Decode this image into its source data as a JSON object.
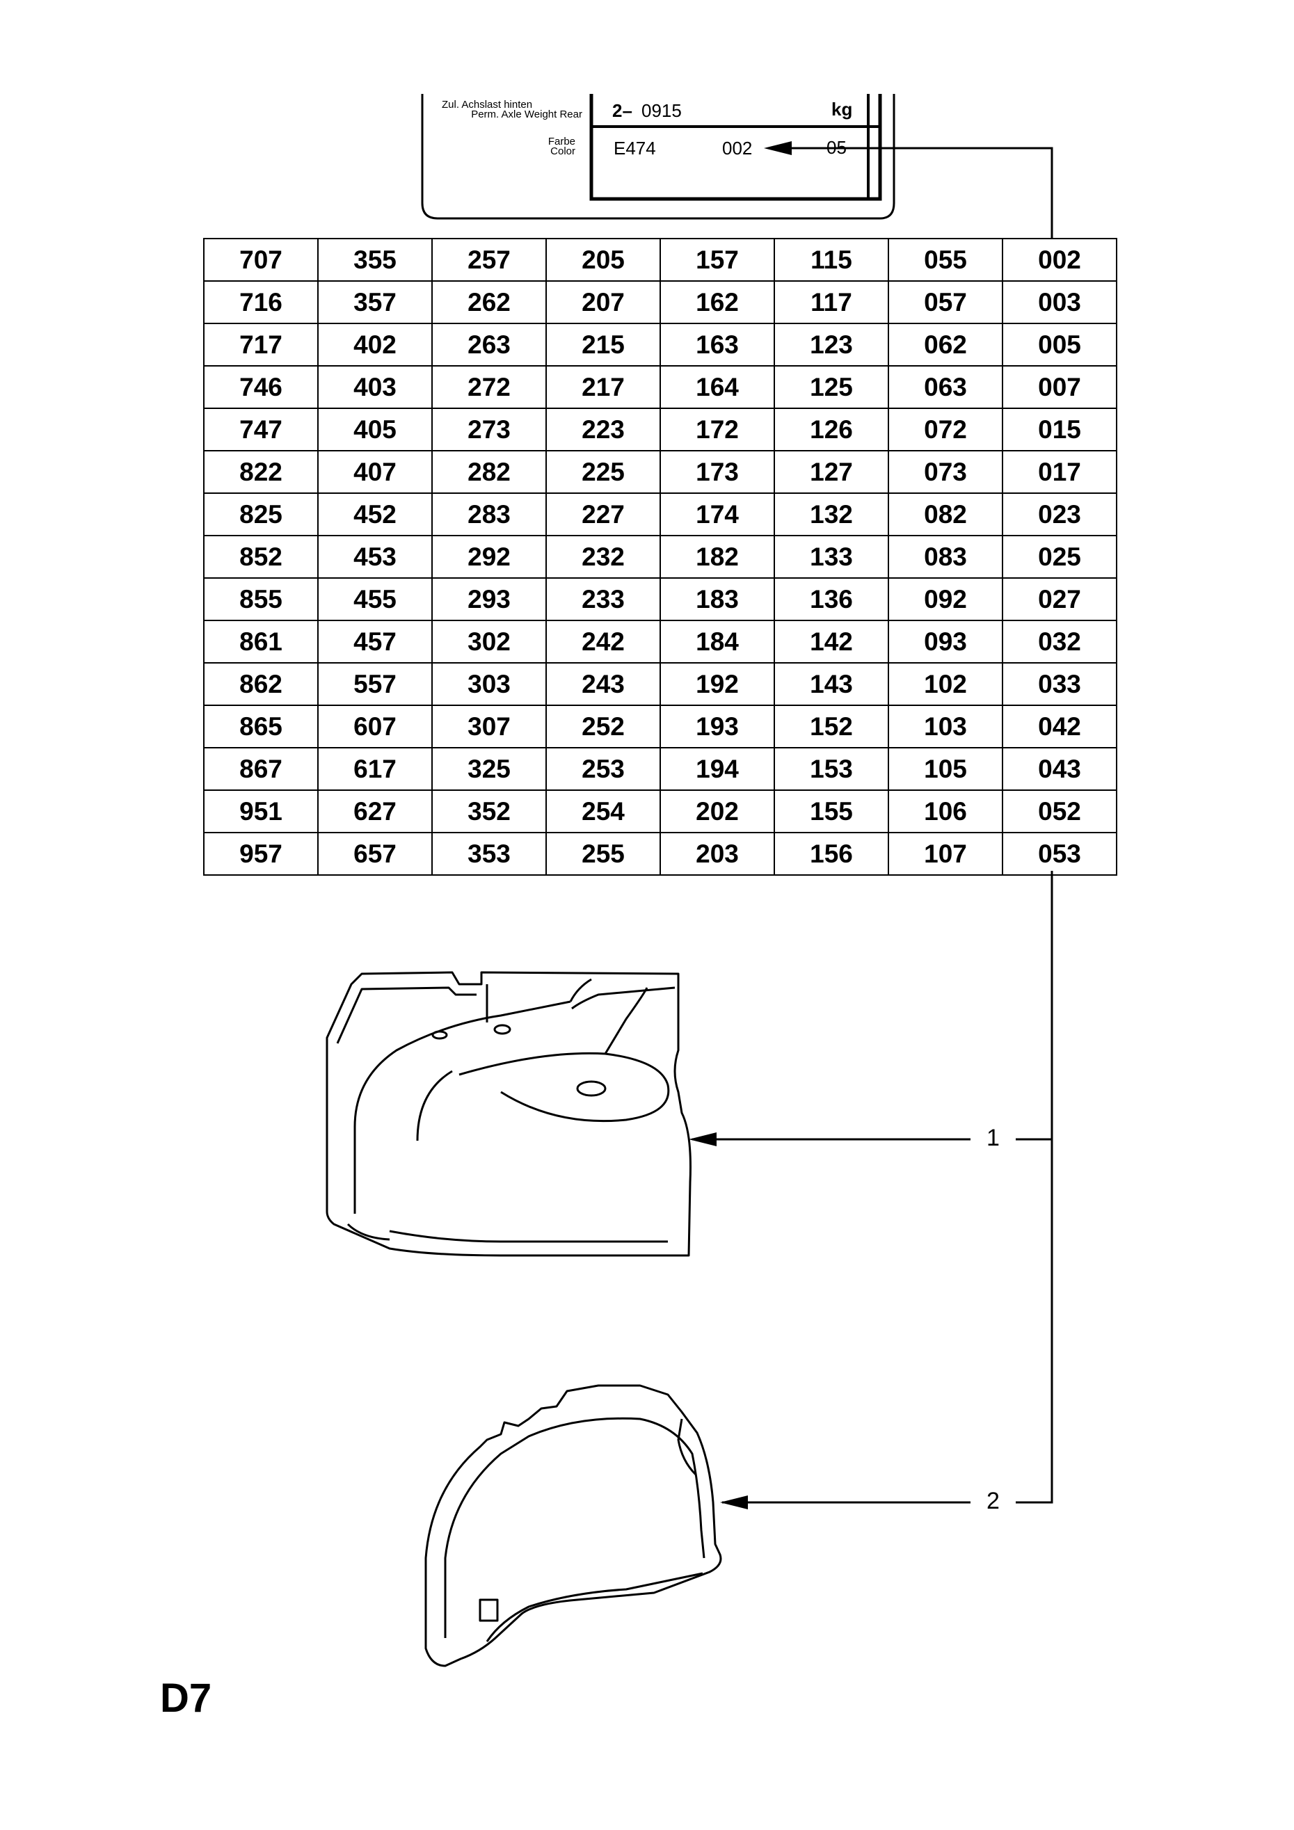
{
  "label_plate": {
    "axle_label_de": "Zul. Achslast hinten",
    "axle_label_en": "Perm. Axle Weight Rear",
    "axle_prefix": "2–",
    "axle_value": "0915",
    "axle_unit": "kg",
    "color_label_de": "Farbe",
    "color_label_en": "Color",
    "color_code": "E474",
    "color_variant": "002",
    "color_trailing": "05"
  },
  "code_table": {
    "rows": [
      [
        "707",
        "355",
        "257",
        "205",
        "157",
        "115",
        "055",
        "002"
      ],
      [
        "716",
        "357",
        "262",
        "207",
        "162",
        "117",
        "057",
        "003"
      ],
      [
        "717",
        "402",
        "263",
        "215",
        "163",
        "123",
        "062",
        "005"
      ],
      [
        "746",
        "403",
        "272",
        "217",
        "164",
        "125",
        "063",
        "007"
      ],
      [
        "747",
        "405",
        "273",
        "223",
        "172",
        "126",
        "072",
        "015"
      ],
      [
        "822",
        "407",
        "282",
        "225",
        "173",
        "127",
        "073",
        "017"
      ],
      [
        "825",
        "452",
        "283",
        "227",
        "174",
        "132",
        "082",
        "023"
      ],
      [
        "852",
        "453",
        "292",
        "232",
        "182",
        "133",
        "083",
        "025"
      ],
      [
        "855",
        "455",
        "293",
        "233",
        "183",
        "136",
        "092",
        "027"
      ],
      [
        "861",
        "457",
        "302",
        "242",
        "184",
        "142",
        "093",
        "032"
      ],
      [
        "862",
        "557",
        "303",
        "243",
        "192",
        "143",
        "102",
        "033"
      ],
      [
        "865",
        "607",
        "307",
        "252",
        "193",
        "152",
        "103",
        "042"
      ],
      [
        "867",
        "617",
        "325",
        "253",
        "194",
        "153",
        "105",
        "043"
      ],
      [
        "951",
        "627",
        "352",
        "254",
        "202",
        "155",
        "106",
        "052"
      ],
      [
        "957",
        "657",
        "353",
        "255",
        "203",
        "156",
        "107",
        "053"
      ]
    ]
  },
  "callouts": {
    "part_1": "1",
    "part_2": "2"
  },
  "page_code": "D7"
}
